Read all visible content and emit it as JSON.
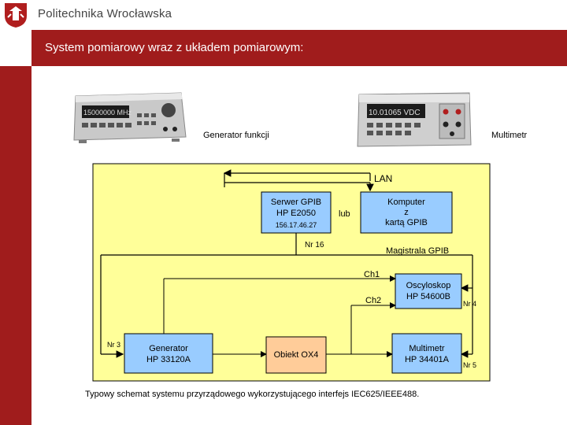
{
  "header": {
    "university": "Politechnika Wrocławska"
  },
  "slide": {
    "title": "System pomiarowy wraz z układem pomiarowym:",
    "caption": "Typowy schemat systemu przyrządowego wykorzystującego interfejs IEC625/IEEE488."
  },
  "instruments": {
    "generator_label": "Generator funkcji",
    "generator_display": "15000000 MHz",
    "multimeter_label": "Multimetr",
    "multimeter_display": "10.01065 VDC"
  },
  "diagram": {
    "lan": "LAN",
    "server_line1": "Serwer GPIB",
    "server_line2": "HP E2050",
    "server_line3": "156.17.46.27",
    "lub": "lub",
    "pc_line1": "Komputer",
    "pc_line2": "z",
    "pc_line3": "kartą GPIB",
    "nr16": "Nr 16",
    "bus": "Magistrala GPIB",
    "ch1": "Ch1",
    "ch2": "Ch2",
    "scope_line1": "Oscyloskop",
    "scope_line2": "HP 54600B",
    "nr4": "Nr 4",
    "nr3": "Nr 3",
    "gen_line1": "Generator",
    "gen_line2": "HP 33120A",
    "object": "Obiekt  OX4",
    "dmm_line1": "Multimetr",
    "dmm_line2": "HP 34401A",
    "nr5": "Nr 5"
  },
  "colors": {
    "brand_red": "#a01c1c",
    "diagram_bg": "#ffff99",
    "box_blue": "#99ccff",
    "box_orange": "#ffcc99"
  }
}
